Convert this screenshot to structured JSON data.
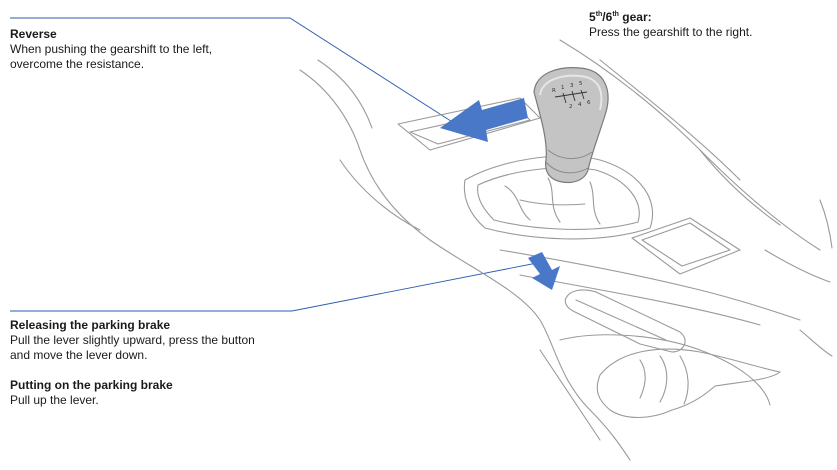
{
  "gear_note": {
    "num1": "5",
    "suf1": "th",
    "sep": "/",
    "num2": "6",
    "suf2": "th",
    "tail": " gear:",
    "text": "Press the gearshift to the right."
  },
  "reverse_note": {
    "heading": "Reverse",
    "line1": "When pushing the gearshift to the left,",
    "line2": "overcome the resistance."
  },
  "release_brake_note": {
    "heading": "Releasing the parking brake",
    "line1": "Pull the lever slightly upward, press the button",
    "line2": "and move the lever down."
  },
  "puton_brake_note": {
    "heading": "Putting on the parking brake",
    "line1": "Pull up the lever."
  },
  "shift_pattern": {
    "top_row": [
      "R",
      "1",
      "3",
      "5"
    ],
    "bottom_row": [
      "2",
      "4",
      "6"
    ]
  },
  "colors": {
    "arrow_blue": "#4a78c8",
    "leader_blue": "#2a5db0",
    "outline_gray": "#9a9a9a",
    "knob_fill": "#bdbdbd"
  }
}
